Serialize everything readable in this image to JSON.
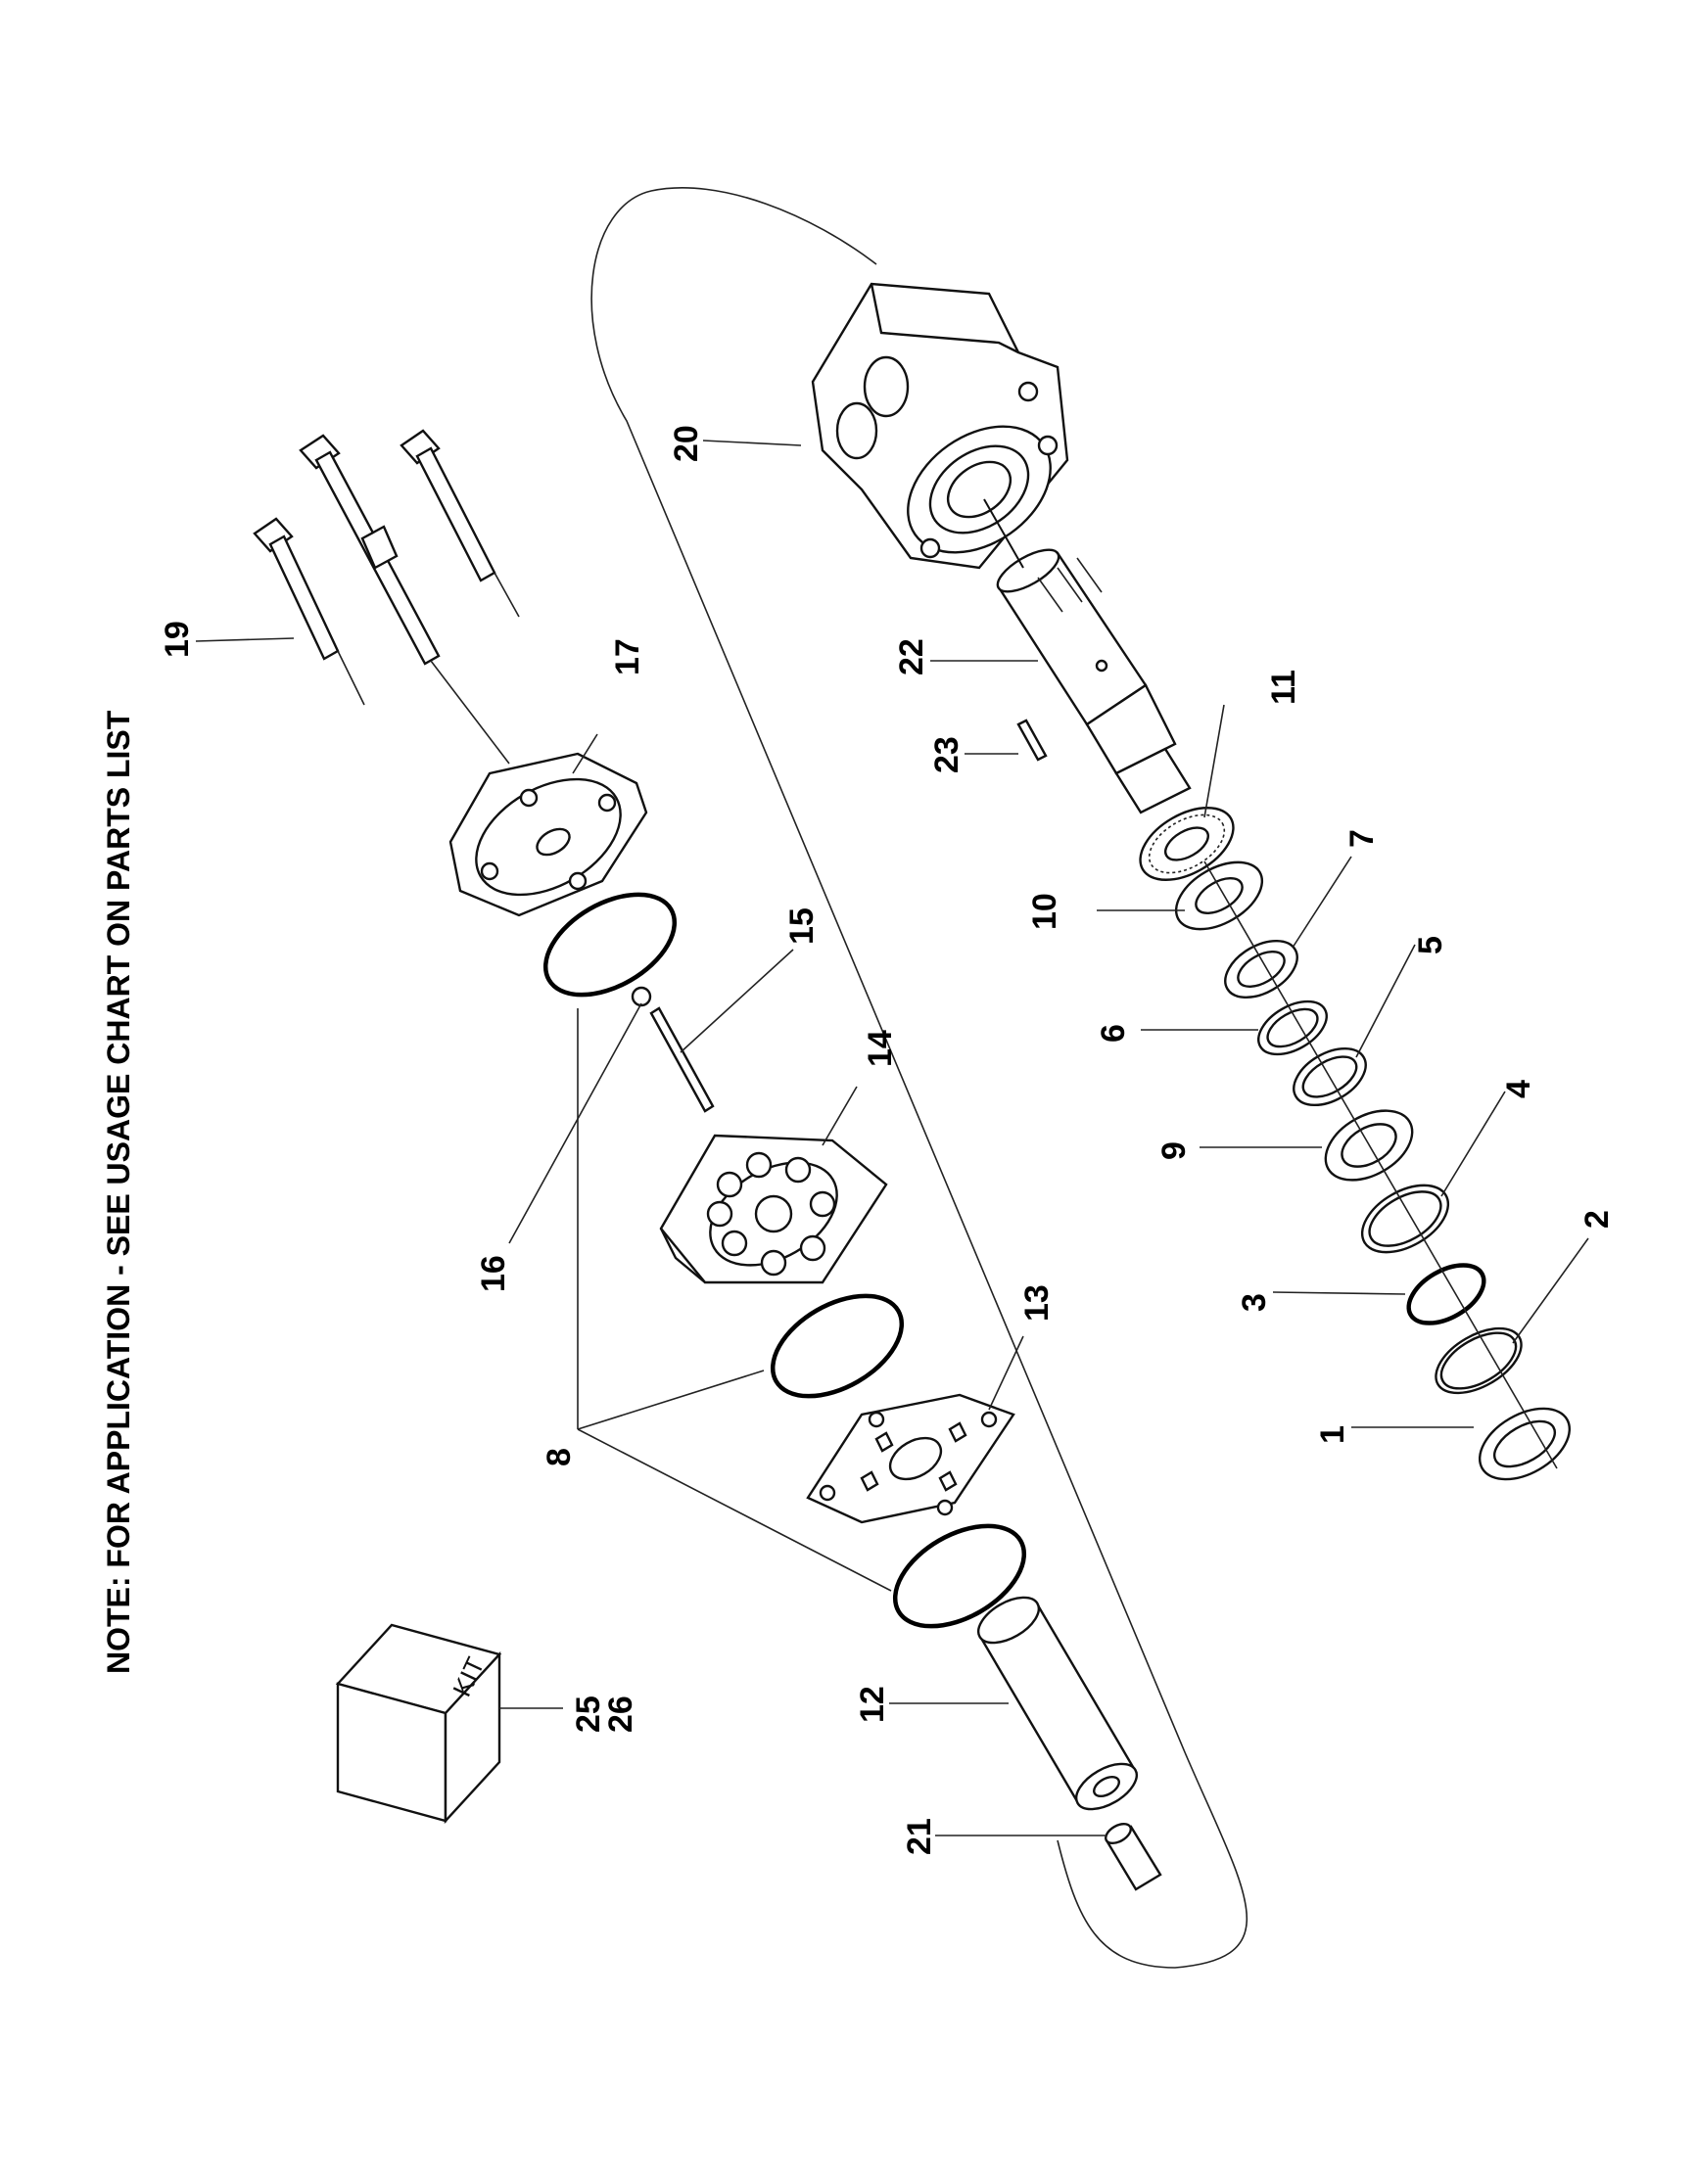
{
  "note": "NOTE: FOR APPLICATION - SEE USAGE CHART ON PARTS LIST",
  "kit_label": "KIT",
  "callouts": [
    "1",
    "2",
    "3",
    "4",
    "5",
    "6",
    "7",
    "8",
    "9",
    "10",
    "11",
    "12",
    "13",
    "14",
    "15",
    "16",
    "17",
    "19",
    "20",
    "21",
    "22",
    "23",
    "25",
    "26"
  ],
  "labels": {
    "n1": "1",
    "n2": "2",
    "n3": "3",
    "n4": "4",
    "n5": "5",
    "n6": "6",
    "n7": "7",
    "n8": "8",
    "n9": "9",
    "n10": "10",
    "n11": "11",
    "n12": "12",
    "n13": "13",
    "n14": "14",
    "n15": "15",
    "n16": "16",
    "n17": "17",
    "n19": "19",
    "n20": "20",
    "n21": "21",
    "n22": "22",
    "n23": "23",
    "n25": "25",
    "n26": "26"
  }
}
